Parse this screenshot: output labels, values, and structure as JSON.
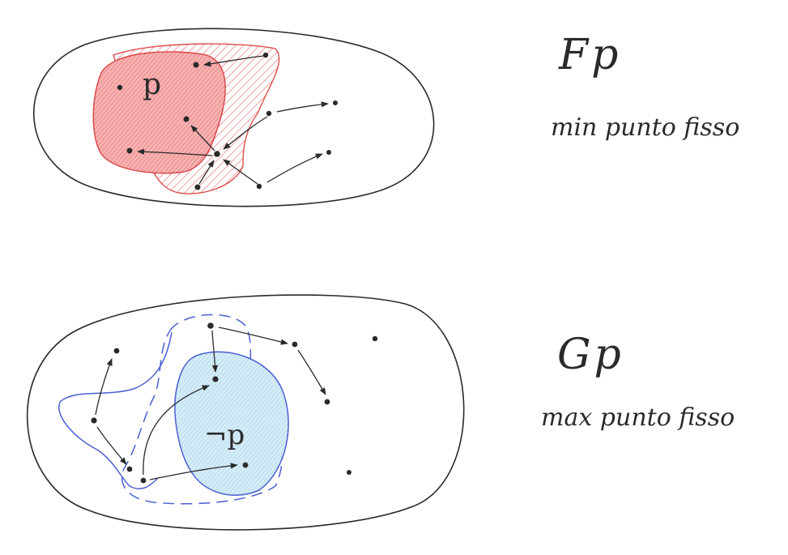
{
  "top_diagram": {
    "set_label": "p",
    "title": "Fp",
    "subtitle": "min punto fisso",
    "colors": {
      "region_fill": "#f08a8a",
      "region_stroke": "#d94545",
      "hatch": "#e85a5a"
    }
  },
  "bottom_diagram": {
    "set_label": "¬p",
    "title": "Gp",
    "subtitle": "max punto fisso",
    "colors": {
      "region_fill": "#b9def0",
      "region_stroke": "#4a5fd0",
      "dashed_stroke": "#4a5fd0"
    }
  },
  "colors": {
    "ink": "#2a2a2a",
    "paper": "#ffffff"
  }
}
